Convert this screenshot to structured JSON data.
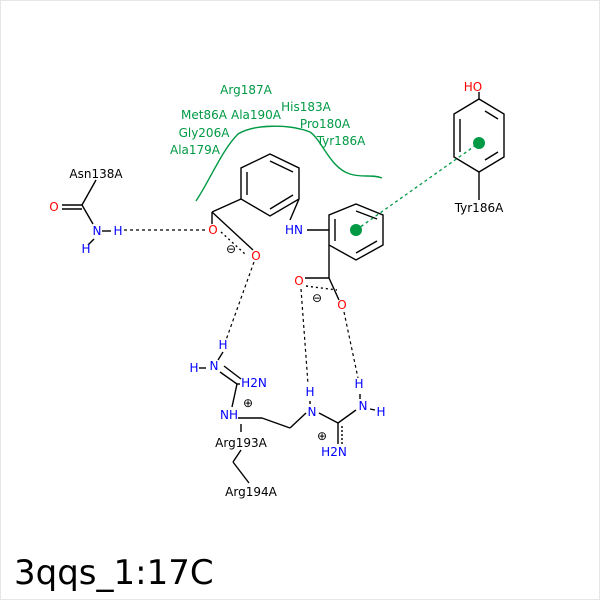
{
  "title": "3qqs_1:17C",
  "colors": {
    "bond": "#000000",
    "oxygen": "#ff0000",
    "nitrogen": "#0000ff",
    "hydrophobic": "#009944",
    "hbond": "#000000",
    "pi_stack": "#009944"
  },
  "residues": {
    "asn138": "Asn138A",
    "tyr186_ring": "Tyr186A",
    "tyr186_contact": "Tyr186A",
    "arg193": "Arg193A",
    "arg194": "Arg194A"
  },
  "hydrophobic_residues": [
    "Arg187A",
    "Met86A",
    "Ala190A",
    "His183A",
    "Pro180A",
    "Gly206A",
    "Tyr186A",
    "Ala179A"
  ],
  "atoms": {
    "o": "O",
    "n": "N",
    "h": "H",
    "ho": "HO",
    "hn": "HN",
    "nh": "NH",
    "h2n": "H2N"
  },
  "charges": {
    "minus": "⊖",
    "plus": "⊕"
  }
}
